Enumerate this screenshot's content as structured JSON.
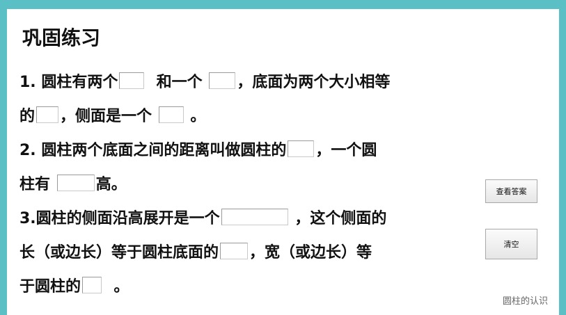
{
  "title": "巩固练习",
  "questions": {
    "q1_line1_a": "1. 圆柱有两个",
    "q1_line1_b": "和一个",
    "q1_line1_c": "，底面为两个大小相等",
    "q1_line2_a": "的",
    "q1_line2_b": "，侧面是一个",
    "q1_line2_c": "。",
    "q2_line1_a": "2. 圆柱两个底面之间的距离叫做圆柱的",
    "q2_line1_b": "，一个圆",
    "q2_line2_a": "柱有",
    "q2_line2_b": "高。",
    "q3_line1_a": "3.圆柱的侧面沿高展开是一个",
    "q3_line1_b": "，这个侧面的",
    "q3_line2_a": "长（或边长）等于圆柱底面的",
    "q3_line2_b": "，宽（或边长）等",
    "q3_line3_a": "于圆柱的",
    "q3_line3_b": "。"
  },
  "buttons": {
    "show_answer": "查看答案",
    "clear": "清空"
  },
  "footer": "圆柱的认识"
}
